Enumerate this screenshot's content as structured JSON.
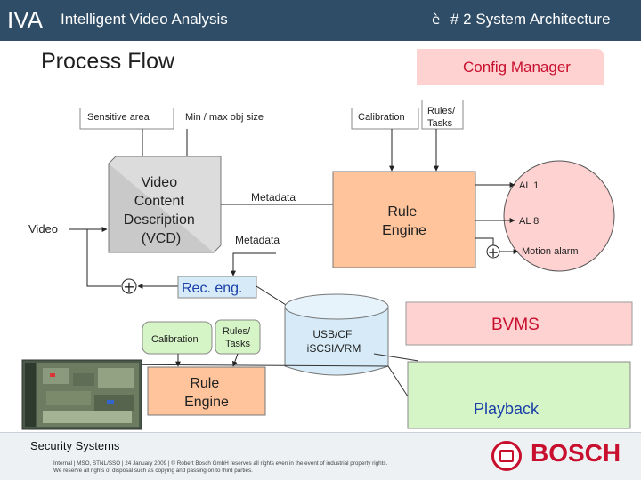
{
  "header": {
    "iva": "IVA",
    "subtitle": "Intelligent Video Analysis",
    "arrow": "è",
    "section": "# 2 System Architecture"
  },
  "diagram": {
    "process_flow": "Process Flow",
    "config_manager": "Config Manager",
    "sensitive_area": "Sensitive area",
    "min_max_size": "Min / max obj size",
    "calibration_top": "Calibration",
    "rules_tasks_top": "Rules/ Tasks",
    "video": "Video",
    "vcd": "Video Content Description (VCD)",
    "metadata_1": "Metadata",
    "metadata_2": "Metadata",
    "rule_engine_top": "Rule Engine",
    "al_1": "AL 1",
    "al_8": "AL 8",
    "plus_alarm": "+",
    "motion_alarm": "Motion alarm",
    "plus_rec": "+",
    "rec_eng": "Rec. eng.",
    "calibration_bottom": "Calibration",
    "rules_tasks_bottom": "Rules/ Tasks",
    "rule_engine_bottom": "Rule Engine",
    "storage": "USB/CF iSCSI/VRM",
    "bvms": "BVMS",
    "playback": "Playback"
  },
  "footer": {
    "company": "Security Systems",
    "legal_line_1": "Internal | MSO, STNL/SSO | 24 January 2009 | © Robert Bosch GmbH reserves all rights even in the event of industrial property rights.",
    "legal_line_2": "We reserve all rights of disposal such as copying and passing on to third parties.",
    "logo": "BOSCH"
  },
  "colors": {
    "header_bg": "#2f4d66",
    "config_manager_fill": "#ffd2d2",
    "vcd_fill": "#c9c9c9",
    "rule_engine_fill": "#ffc49c",
    "storage_fill": "#d6ebf7",
    "bvms_fill": "#ffd2d2",
    "playback_fill": "#d5f5c6",
    "accent_red": "#c8102e"
  },
  "icons": [
    "thumbnail-screenshot-icon",
    "bosch-logo-icon"
  ]
}
